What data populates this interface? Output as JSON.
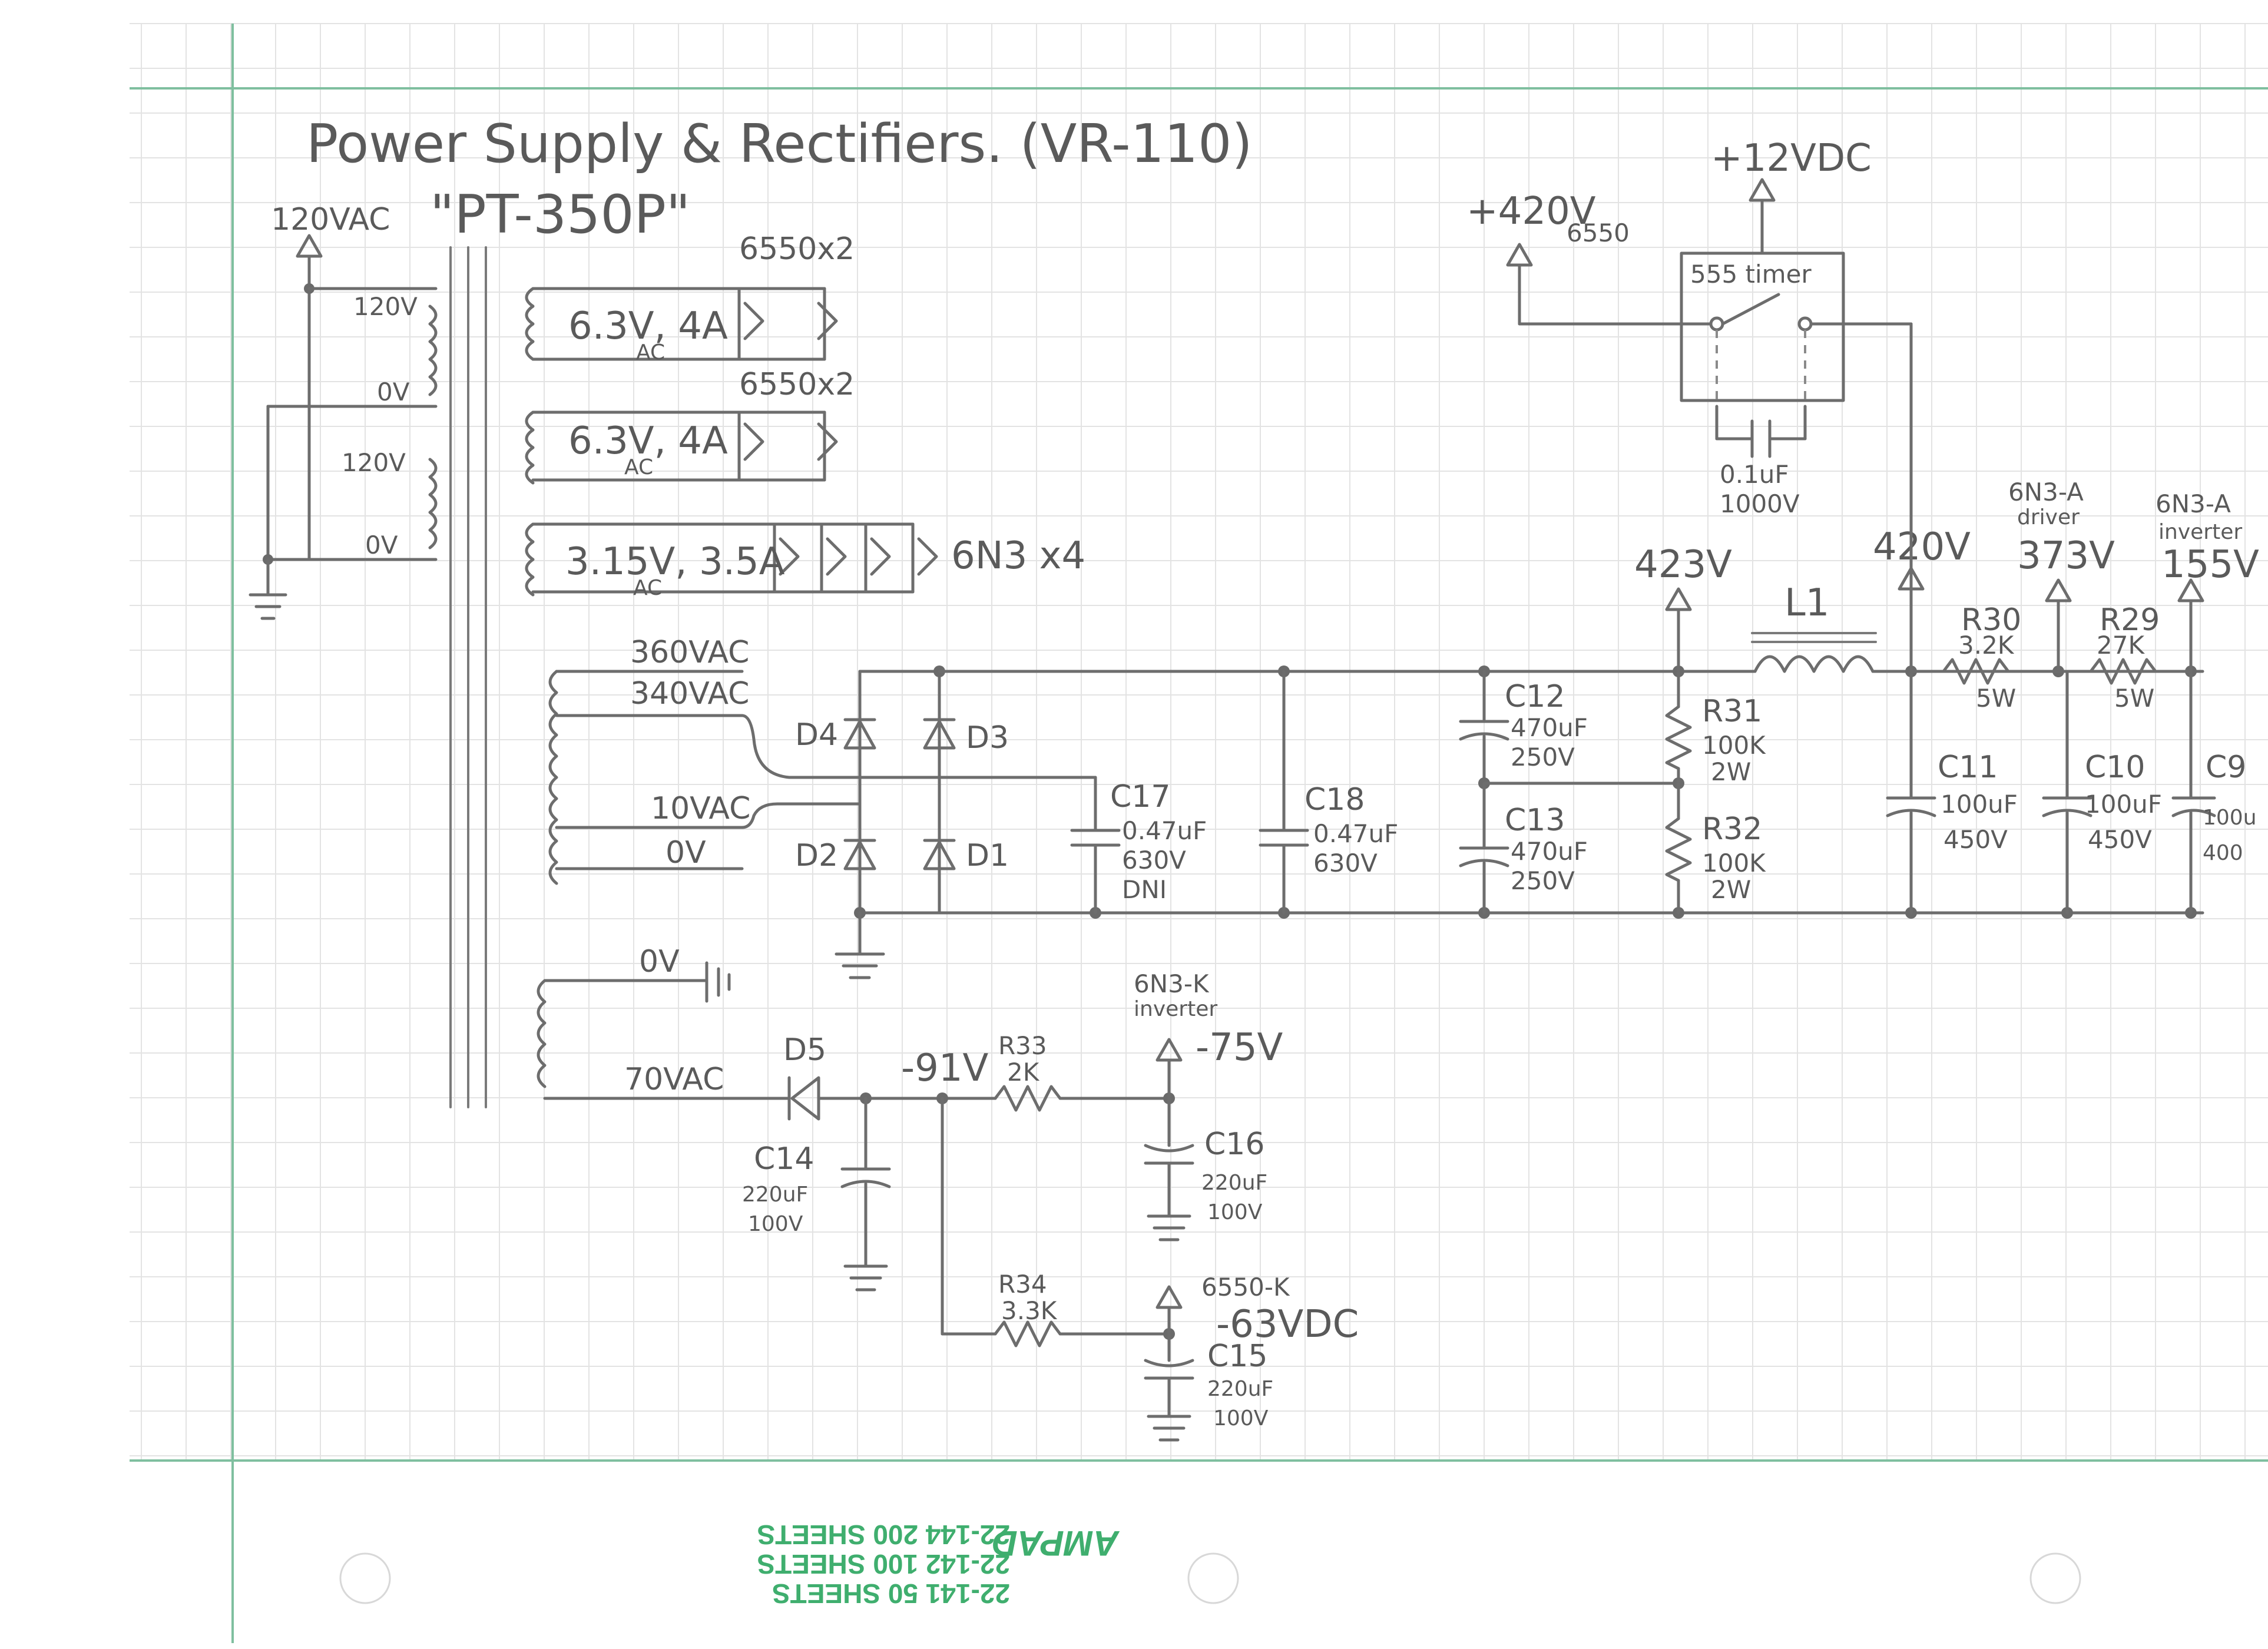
{
  "title": "Power Supply & Rectifiers. (VR-110)",
  "transformer": {
    "name": "\"PT-350P\"",
    "primary_input": "120VAC",
    "primary_taps": [
      "120V",
      "0V",
      "120V",
      "0V"
    ]
  },
  "heaters": [
    {
      "winding": "6.3V, 4A",
      "sub": "AC",
      "load": "6550x2"
    },
    {
      "winding": "6.3V, 4A",
      "sub": "AC",
      "load": "6550x2"
    },
    {
      "winding": "3.15V, 3.5A",
      "sub": "AC",
      "load": "6N3 x4"
    }
  ],
  "hv_secondary": {
    "taps": [
      "360VAC",
      "340VAC",
      "10VAC",
      "0V"
    ]
  },
  "diodes": [
    "D1",
    "D2",
    "D3",
    "D4",
    "D5"
  ],
  "capacitors": [
    {
      "ref": "C17",
      "value": "0.47uF",
      "rating": "630V",
      "note": "DNI"
    },
    {
      "ref": "C18",
      "value": "0.47uF",
      "rating": "630V"
    },
    {
      "ref": "C12",
      "value": "470uF",
      "rating": "250V"
    },
    {
      "ref": "C13",
      "value": "470uF",
      "rating": "250V"
    },
    {
      "ref": "C11",
      "value": "100uF",
      "rating": "450V"
    },
    {
      "ref": "C10",
      "value": "100uF",
      "rating": "450V"
    },
    {
      "ref": "C9",
      "value": "100u",
      "rating": "400"
    },
    {
      "ref": "C14",
      "value": "220uF",
      "rating": "100V"
    },
    {
      "ref": "C16",
      "value": "220uF",
      "rating": "100V"
    },
    {
      "ref": "C15",
      "value": "220uF",
      "rating": "100V"
    }
  ],
  "resistors": [
    {
      "ref": "R31",
      "value": "100K",
      "rating": "2W"
    },
    {
      "ref": "R32",
      "value": "100K",
      "rating": "2W"
    },
    {
      "ref": "R30",
      "value": "3.2K",
      "rating": "5W"
    },
    {
      "ref": "R29",
      "value": "27K",
      "rating": "5W"
    },
    {
      "ref": "R33",
      "value": "2K"
    },
    {
      "ref": "R34",
      "value": "3.3K"
    }
  ],
  "inductor": "L1",
  "timer": {
    "label": "555 timer",
    "supply": "+12VDC",
    "switched": "+420V",
    "switched_sub": "6550",
    "cap_value": "0.1uF",
    "cap_rating": "1000V"
  },
  "rails": {
    "v423": "423V",
    "v420": "420V",
    "v373": "373V",
    "v155": "155V",
    "driver_label": "6N3-A",
    "driver_sub": "driver",
    "inverter_label": "6N3-A",
    "inverter_sub": "inverter"
  },
  "bias": {
    "tap0": "0V",
    "tap70": "70VAC",
    "node": "-91V",
    "out1_label": "6N3-K",
    "out1_sub": "inverter",
    "out1_v": "-75V",
    "out2_label": "6550-K",
    "out2_v": "-63VDC"
  },
  "pad_branding": {
    "brand": "AMPAD",
    "lines": [
      "22-141  50 SHEETS",
      "22-142  100 SHEETS",
      "22-144  200 SHEETS"
    ]
  },
  "colors": {
    "pencil": "#6d6d6d",
    "grid": "#e3e3e3",
    "margin": "#7fbf9f",
    "brand": "#3fae6e"
  }
}
